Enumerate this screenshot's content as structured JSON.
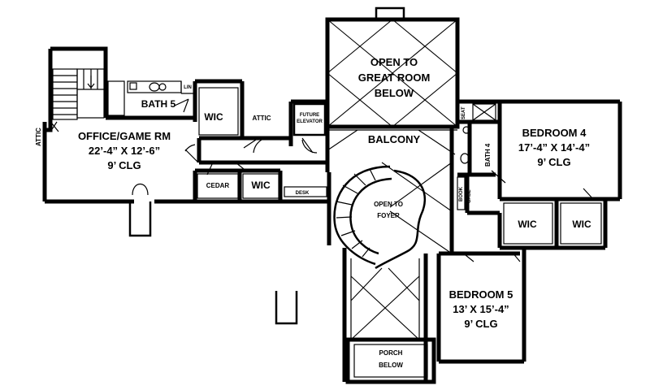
{
  "rooms": {
    "open_great_room": [
      "OPEN TO",
      "GREAT ROOM",
      "BELOW"
    ],
    "balcony": "BALCONY",
    "bath5": "BATH 5",
    "lin": "LIN",
    "wic_bath5": "WIC",
    "attic_center": "ATTIC",
    "future_elevator": [
      "FUTURE",
      "ELEVATOR"
    ],
    "attic_left": "ATTIC",
    "office": [
      "OFFICE/GAME RM",
      "22’-4” X 12’-6”",
      "9’ CLG"
    ],
    "cedar": "CEDAR",
    "wic_cedar": "WIC",
    "desk": "DESK",
    "open_foyer": [
      "OPEN TO",
      "FOYER"
    ],
    "seat": "SEAT",
    "bath4": "BATH 4",
    "book_case": [
      "BOOK",
      "CASE"
    ],
    "bedroom4": [
      "BEDROOM 4",
      "17’-4” X 14’-4”",
      "9’ CLG"
    ],
    "wic_b4_left": "WIC",
    "wic_b4_right": "WIC",
    "bedroom5": [
      "BEDROOM 5",
      "13’ X 15’-4”",
      "9’ CLG"
    ],
    "porch": [
      "PORCH",
      "BELOW"
    ]
  }
}
